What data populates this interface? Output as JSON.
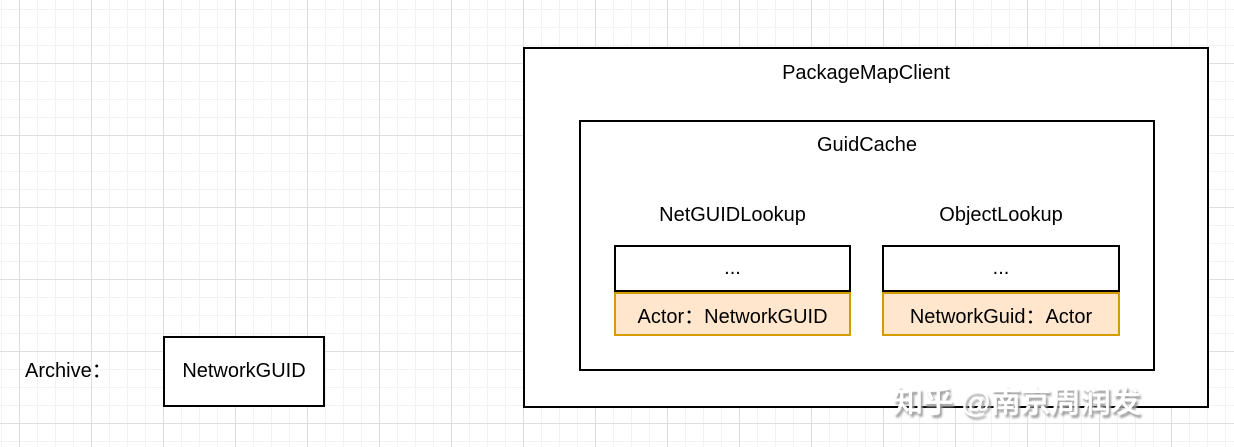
{
  "diagram": {
    "package_map_client": {
      "title": "PackageMapClient"
    },
    "guid_cache": {
      "title": "GuidCache"
    },
    "net_guid_lookup": {
      "label": "NetGUIDLookup",
      "rows": [
        "...",
        "Actor：NetworkGUID"
      ]
    },
    "object_lookup": {
      "label": "ObjectLookup",
      "rows": [
        "...",
        "NetworkGuid：Actor"
      ]
    },
    "archive": {
      "label": "Archive：",
      "value": "NetworkGUID"
    }
  },
  "watermark": {
    "text": "知乎 @南京周润发"
  },
  "colors": {
    "box_stroke": "#000000",
    "highlight_fill": "#ffe6cc",
    "highlight_stroke": "#d79b00",
    "grid_minor": "#f3f1f2",
    "grid_major": "#dedede",
    "watermark_text": "#ffffff",
    "watermark_shadow": "#9e9e9e"
  }
}
